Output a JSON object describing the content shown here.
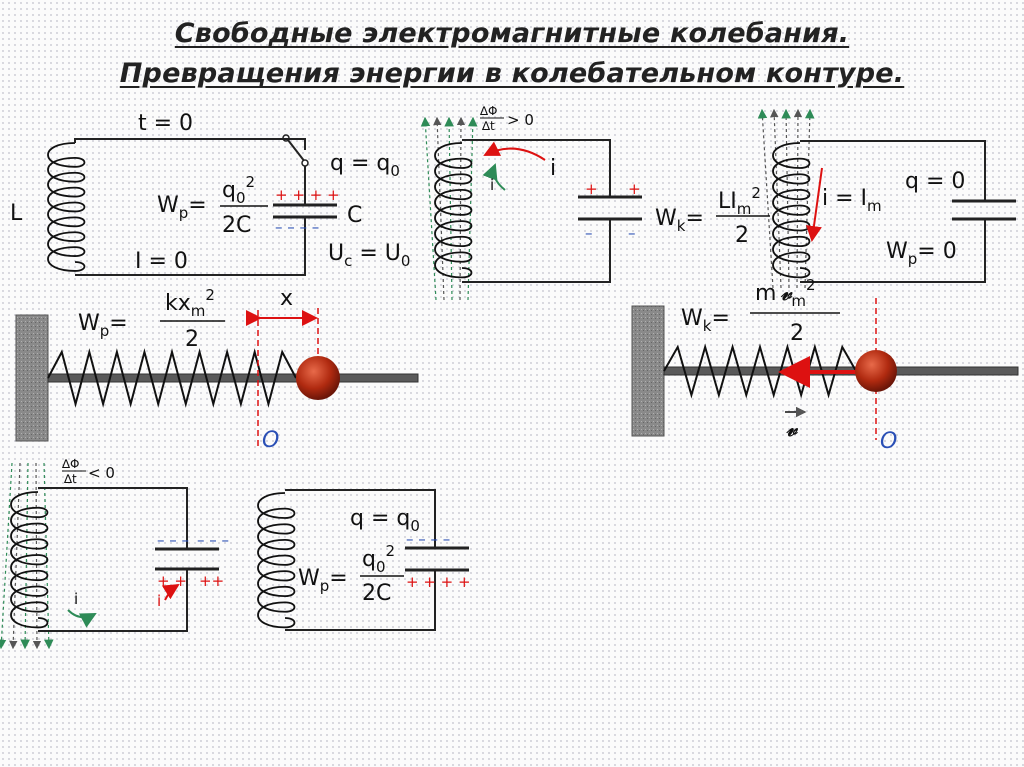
{
  "title": {
    "line1": "Свободные электромагнитные колебания.",
    "line2": "Превращения энергии в колебательном контуре."
  },
  "colors": {
    "charge_plus": "#dd1111",
    "charge_minus": "#2a4fb5",
    "field": "#2e8b57",
    "ball": "#b02a10"
  },
  "circuit1": {
    "t_label": "t = 0",
    "L": "L",
    "q_label": "q = q",
    "q_sub": "0",
    "Wp": "W",
    "Wp_sub": "p",
    "eq": "=",
    "frac_num": "q",
    "frac_num_sub": "0",
    "frac_num_sup": "2",
    "frac_den": "2C",
    "C": "C",
    "I_label": "I = 0",
    "U_label": "U",
    "U_sub": "c",
    "U_eq": " = U",
    "U0_sub": "0",
    "plus": "+ + + +",
    "minus": "– – – –"
  },
  "circuit2": {
    "dphi": "∆Φ",
    "dt": "∆t",
    "cmp": "> 0",
    "i": "i",
    "i_small": "i",
    "plus": "+",
    "minus": "–"
  },
  "circuit3": {
    "Wk": "W",
    "Wk_sub": "k",
    "eq": "=",
    "frac_num": "LI",
    "frac_num_sub": "m",
    "frac_num_sup": "2",
    "frac_den": "2",
    "i_label": "i = I",
    "i_sub": "m",
    "q_label": "q = 0",
    "Wp_label": "W",
    "Wp_sub": "p",
    "Wp_val": "= 0"
  },
  "spring1": {
    "Wp": "W",
    "Wp_sub": "p",
    "eq": "=",
    "frac_num": "kx",
    "frac_num_sub": "m",
    "frac_num_sup": "2",
    "frac_den": "2",
    "x": "x",
    "O": "O"
  },
  "spring2": {
    "Wk": "W",
    "Wk_sub": "k",
    "eq": "=",
    "frac_num": "m",
    "frac_num_v": "𝓋",
    "frac_num_sub": "m",
    "frac_num_sup": "2",
    "frac_den": "2",
    "v": "𝓋",
    "O": "O"
  },
  "circuit4": {
    "dphi": "∆Φ",
    "dt": "∆t",
    "cmp": "< 0",
    "i_green": "i",
    "i_red": "i",
    "minus": "– – –",
    "plus": "+ +",
    "plus2": "++"
  },
  "circuit5": {
    "q_label": "q = q",
    "q_sub": "0",
    "Wp": "W",
    "Wp_sub": "p",
    "eq": "=",
    "frac_num": "q",
    "frac_num_sub": "0",
    "frac_num_sup": "2",
    "frac_den": "2C",
    "minus": "– – – –",
    "plus": "+ + + +"
  }
}
